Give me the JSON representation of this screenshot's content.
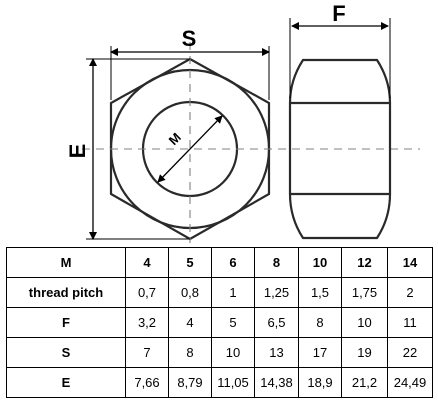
{
  "diagram": {
    "labels": {
      "s": "S",
      "f": "F",
      "e": "E",
      "m": "M"
    },
    "colors": {
      "outline": "#2a2a2a",
      "centerline": "#808080",
      "background": "#ffffff"
    }
  },
  "table": {
    "header": {
      "label": "M",
      "values": [
        "4",
        "5",
        "6",
        "8",
        "10",
        "12",
        "14"
      ]
    },
    "rows": [
      {
        "label": "thread pitch",
        "values": [
          "0,7",
          "0,8",
          "1",
          "1,25",
          "1,5",
          "1,75",
          "2"
        ]
      },
      {
        "label": "F",
        "values": [
          "3,2",
          "4",
          "5",
          "6,5",
          "8",
          "10",
          "11"
        ]
      },
      {
        "label": "S",
        "values": [
          "7",
          "8",
          "10",
          "13",
          "17",
          "19",
          "22"
        ]
      },
      {
        "label": "E",
        "values": [
          "7,66",
          "8,79",
          "11,05",
          "14,38",
          "18,9",
          "21,2",
          "24,49"
        ]
      }
    ]
  }
}
